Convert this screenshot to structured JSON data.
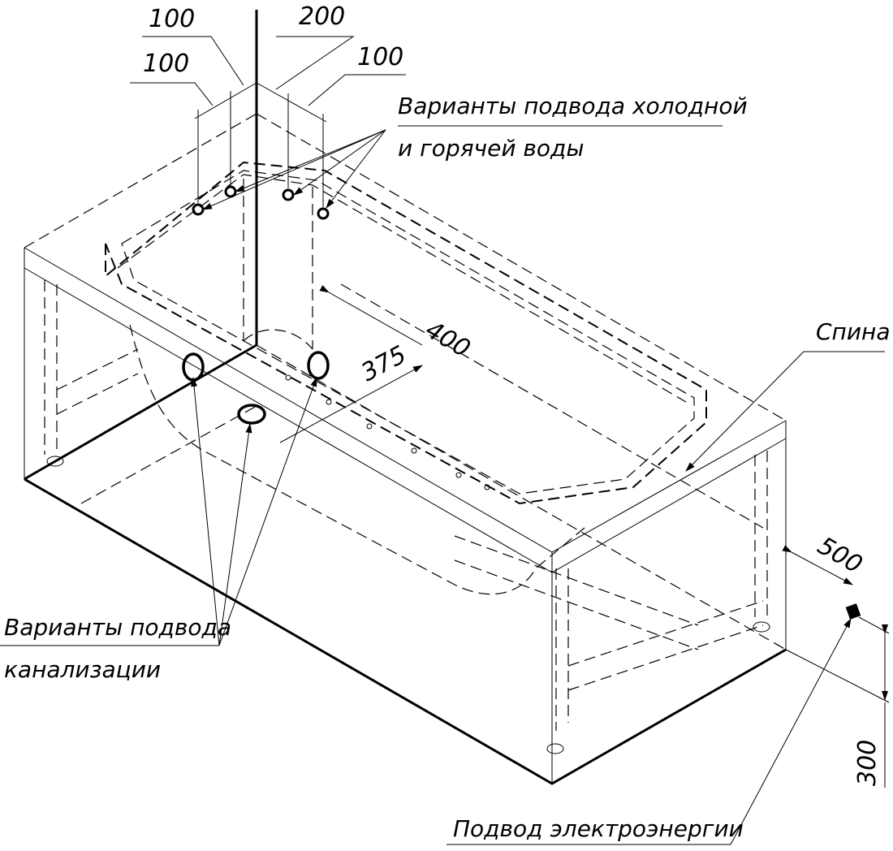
{
  "dimensions": {
    "top_left_1": "100",
    "top_left_2": "100",
    "top_mid": "200",
    "top_right": "100",
    "length_400": "400",
    "length_375": "375",
    "elec_offset": "500",
    "elec_height": "300"
  },
  "labels": {
    "water_line1": "Варианты подвода холодной",
    "water_line2": "и горячей воды",
    "back": "Спина",
    "drain_line1": "Варианты подвода",
    "drain_line2": "канализации",
    "power": "Подвод электроэнергии"
  }
}
